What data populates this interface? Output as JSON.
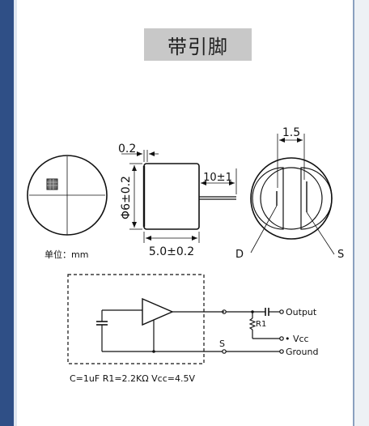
{
  "title": "带引脚",
  "dimensions": {
    "top_dim": "0.2",
    "diameter": "Φ6±0.2",
    "length": "5.0±0.2",
    "pin": "10±1",
    "pin_spacing": "1.5"
  },
  "unit_label": "单位：mm",
  "pin_labels": {
    "d": "D",
    "s": "S"
  },
  "circuit": {
    "output": "Output",
    "r1": "R1",
    "vcc": "• Vcc",
    "ground": "Ground",
    "s_label": "S"
  },
  "footer": "C=1uF R1=2.2KΩ Vcc=4.5V"
}
